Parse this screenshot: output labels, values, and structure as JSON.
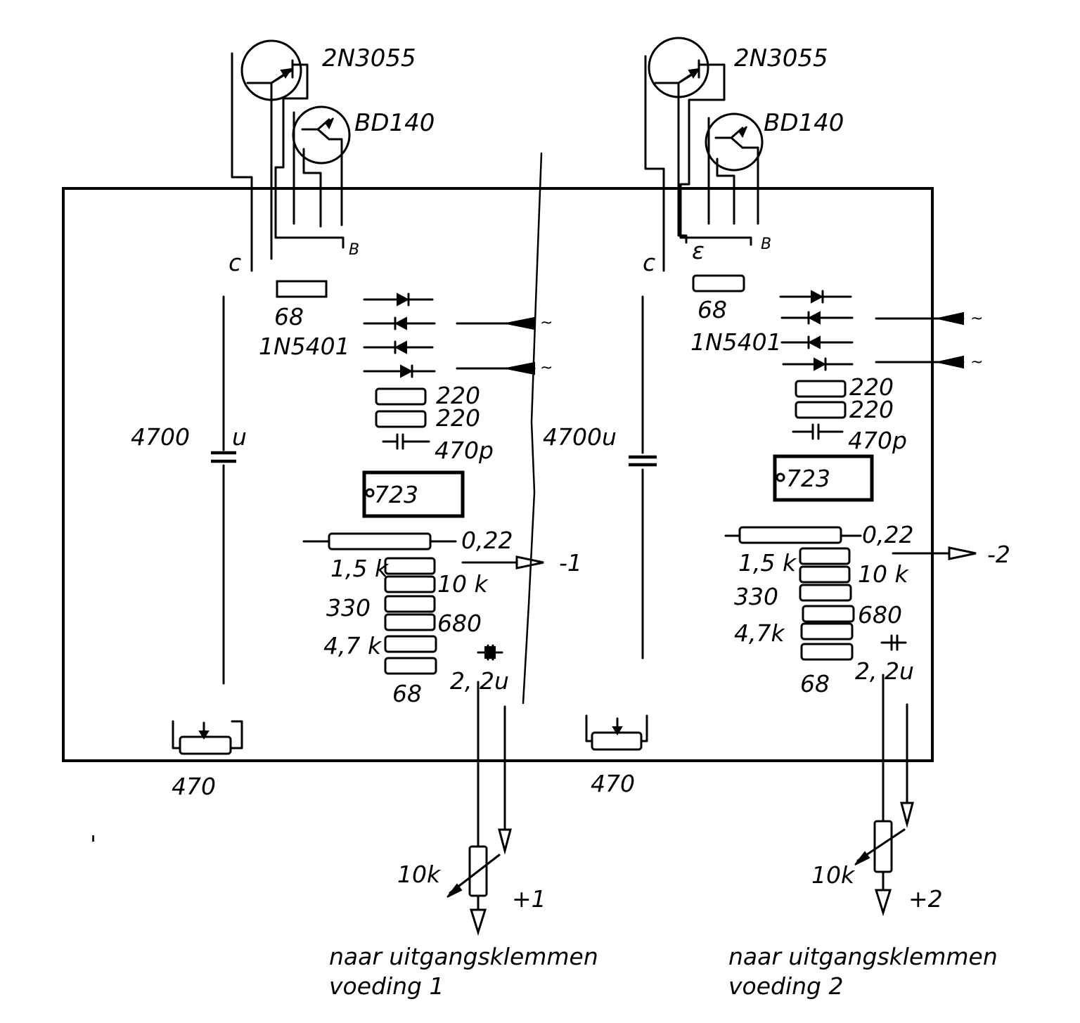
{
  "labels": {
    "t_left_power": "2N3055",
    "t_left_driver": "BD140",
    "t_right_power": "2N3055",
    "t_right_driver": "BD140",
    "pin_c": "c",
    "pin_e": "ε",
    "pin_b": "B",
    "r68": "68",
    "diode": "1N5401",
    "r220": "220",
    "c470p": "470p",
    "ic": "723",
    "r022": "0,22",
    "r15k": "1,5 k",
    "r15k_right": "1,5 k",
    "r10k": "10 k",
    "r330": "330",
    "r680": "680",
    "r47k": "4,7 k",
    "r47k_right": "4,7k",
    "c22u": "2, 2u",
    "c4700_left": "4700",
    "c4700_left_unit": "u",
    "c4700_mid": "4700u",
    "pot470": "470",
    "pot10k": "10k",
    "ac": "~",
    "out_minus1": "-1",
    "out_minus2": "-2",
    "out_plus1": "+1",
    "out_plus2": "+2",
    "tick": "'"
  },
  "notes": {
    "supply1_line1": "naar uitgangsklemmen",
    "supply1_line2": "voeding 1",
    "supply2_line1": "naar uitgangsklemmen",
    "supply2_line2": "voeding 2"
  }
}
